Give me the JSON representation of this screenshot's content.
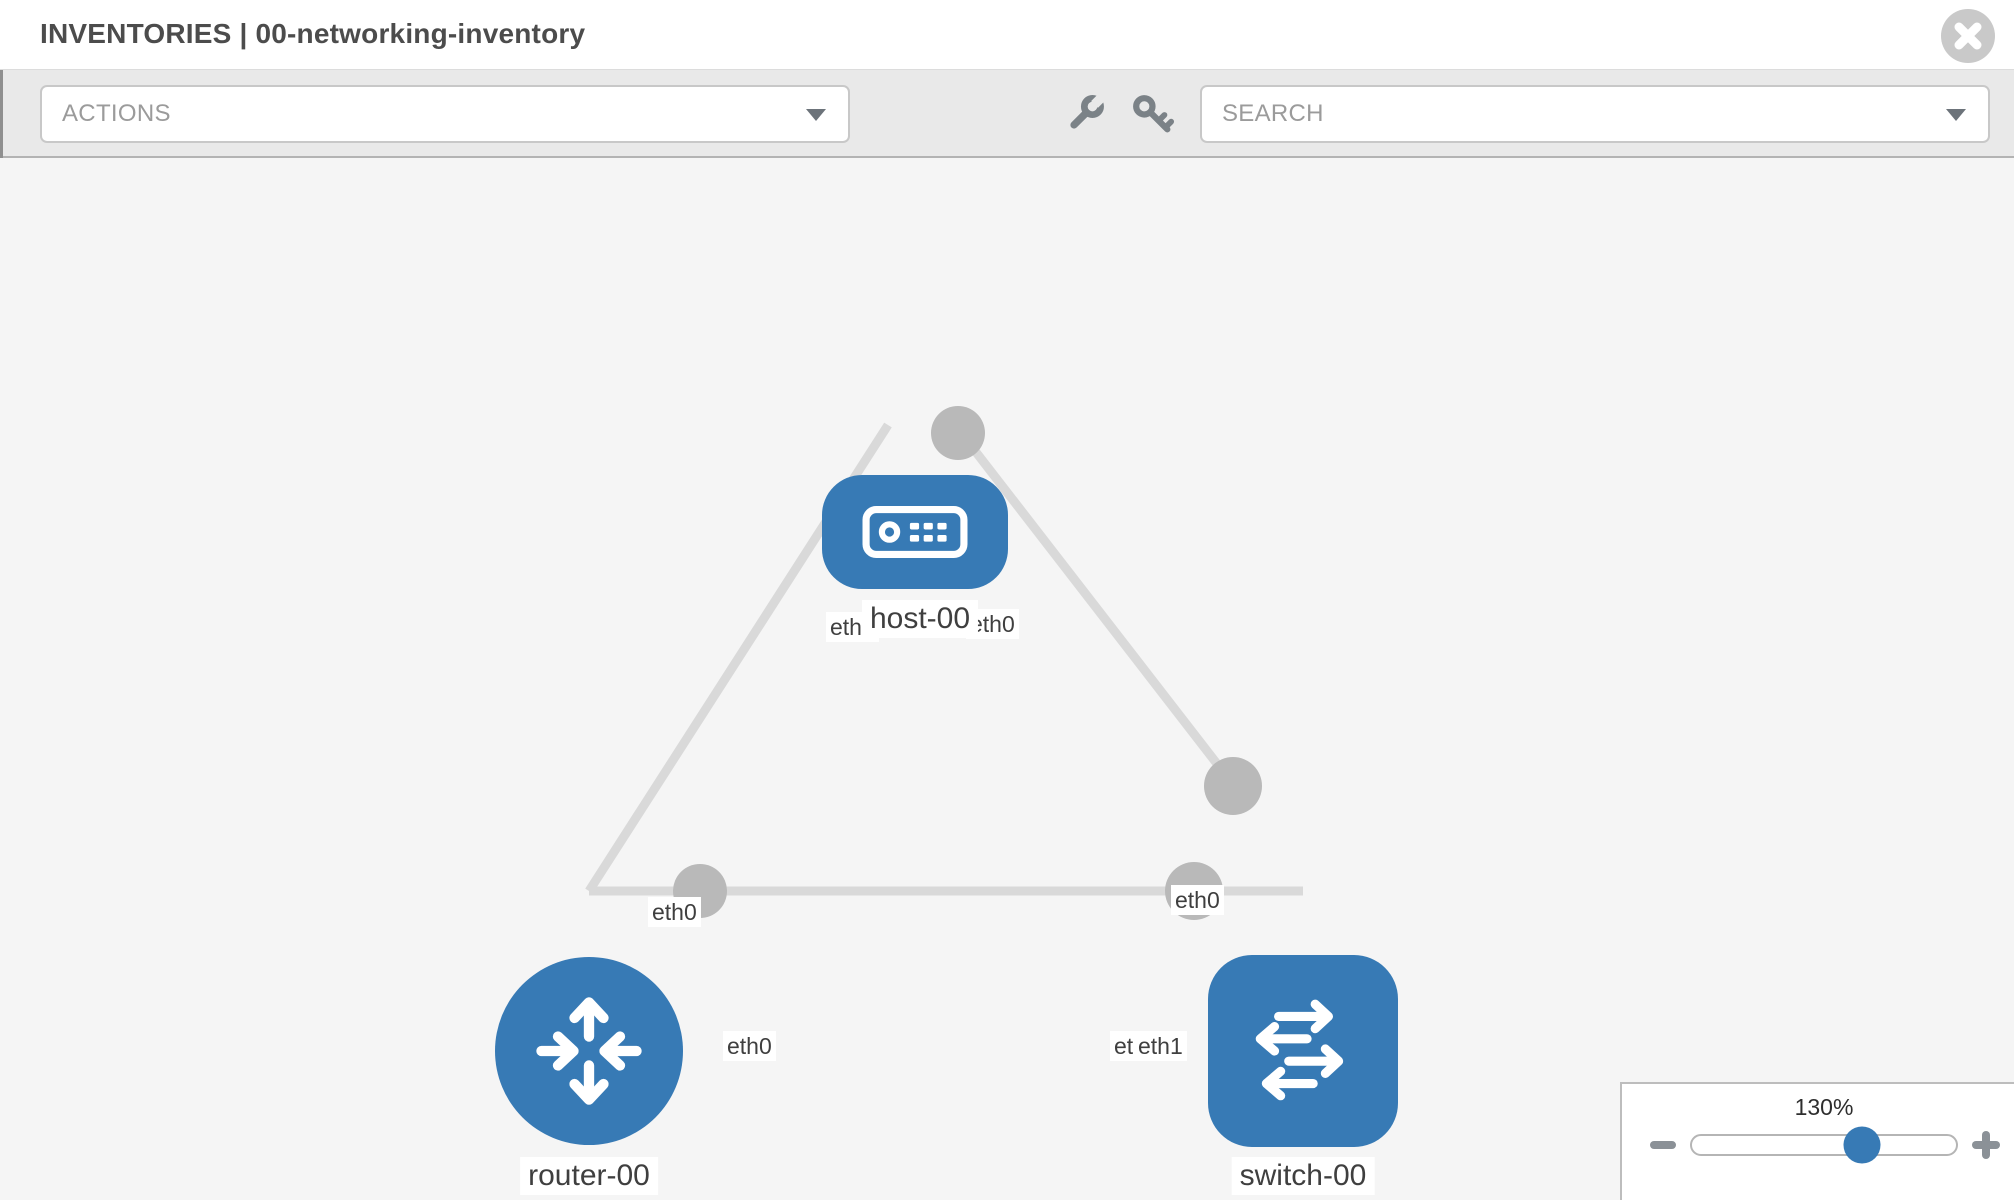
{
  "header": {
    "title": "INVENTORIES | 00-networking-inventory"
  },
  "toolbar": {
    "actions_placeholder": "ACTIONS",
    "search_placeholder": "SEARCH"
  },
  "topology": {
    "nodes": [
      {
        "id": "host-00",
        "type": "host",
        "label": "host-00"
      },
      {
        "id": "router-00",
        "type": "router",
        "label": "router-00"
      },
      {
        "id": "switch-00",
        "type": "switch",
        "label": "switch-00"
      }
    ],
    "edges": [
      {
        "source": "host-00",
        "source_interface": "eth0",
        "target": "router-00",
        "target_interface": "eth0"
      },
      {
        "source": "host-00",
        "source_interface": "eth0",
        "target": "switch-00",
        "target_interface": "eth0"
      },
      {
        "source": "router-00",
        "source_interface": "eth0",
        "target": "switch-00",
        "target_interface": "eth1"
      }
    ],
    "interface_labels": [
      "eth0",
      "eth0",
      "eth0",
      "eth0",
      "eth0",
      "eth0",
      "eth1"
    ]
  },
  "zoom": {
    "level": "130%"
  },
  "colors": {
    "node_blue": "#377ab5",
    "link_gray": "#d9d9d9",
    "connector_gray": "#b9b9b9",
    "icon_gray": "#7b8287"
  }
}
